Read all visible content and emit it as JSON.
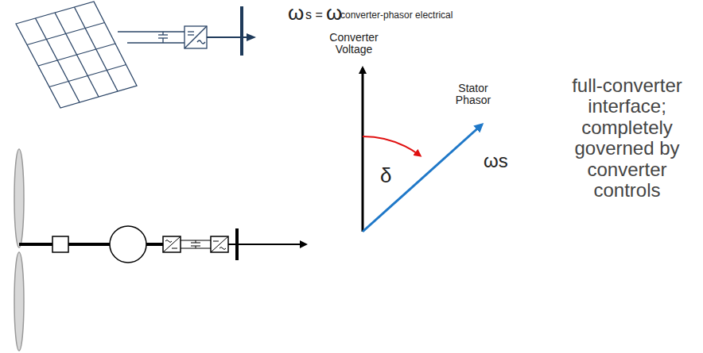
{
  "diagram": {
    "labels": [
      "ω",
      "s =",
      "ω",
      "converter-phasor electrical",
      "Converter Voltage",
      "Stator Phasor",
      "δ",
      "ωs",
      "full-converter interface; completely governed by converter controls"
    ]
  }
}
